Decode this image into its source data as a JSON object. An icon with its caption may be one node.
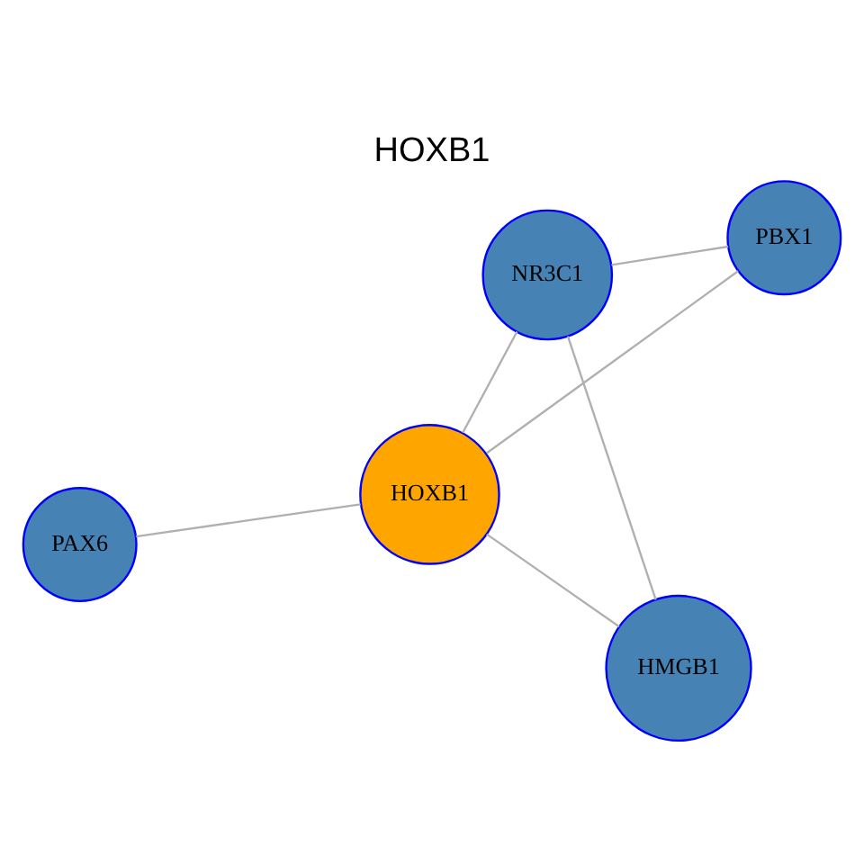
{
  "diagram": {
    "title": "HOXB1",
    "nodes": [
      {
        "text": [
          "PAX6"
        ]
      },
      {
        "text": [
          "HOXB1"
        ]
      },
      {
        "text": [
          "HMGB1"
        ]
      },
      {
        "text": [
          "NR3C1"
        ]
      },
      {
        "text": [
          "PBX1"
        ]
      }
    ],
    "edges": [
      {
        "from": 1,
        "to": 0,
        "arrow": "none"
      },
      {
        "from": 1,
        "to": 2,
        "arrow": "none"
      },
      {
        "from": 1,
        "to": 3,
        "arrow": "none"
      },
      {
        "from": 1,
        "to": 4,
        "arrow": "none"
      },
      {
        "from": 2,
        "to": 3,
        "arrow": "none"
      },
      {
        "from": 3,
        "to": 4,
        "arrow": "none"
      }
    ]
  }
}
